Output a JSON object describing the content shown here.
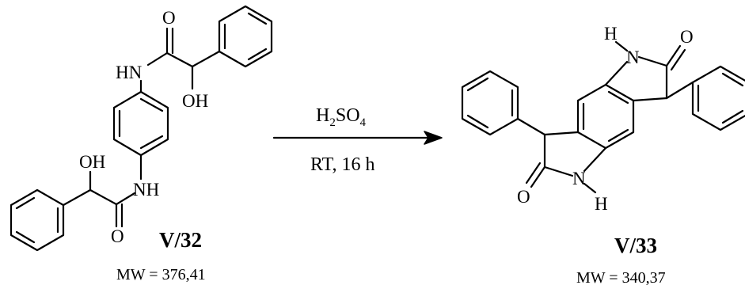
{
  "reactant": {
    "labels": {
      "o_top": "O",
      "hn_top": "HN",
      "oh_top": "OH",
      "oh_bottom": "OH",
      "nh_bottom": "NH",
      "o_bottom": "O"
    },
    "compound_id": "V/32",
    "mw": "MW = 376,41"
  },
  "conditions": {
    "reagent_main": "H",
    "reagent_sub1": "2",
    "reagent_mid": "SO",
    "reagent_sub2": "4",
    "time_temp": "RT, 16 h"
  },
  "product": {
    "labels": {
      "h_top": "H",
      "n_top": "N",
      "o_top": "O",
      "n_bottom": "N",
      "h_bottom": "H",
      "o_bottom": "O"
    },
    "compound_id": "V/33",
    "mw": "MW = 340,37"
  },
  "colors": {
    "ink": "#000000",
    "background": "#ffffff"
  }
}
